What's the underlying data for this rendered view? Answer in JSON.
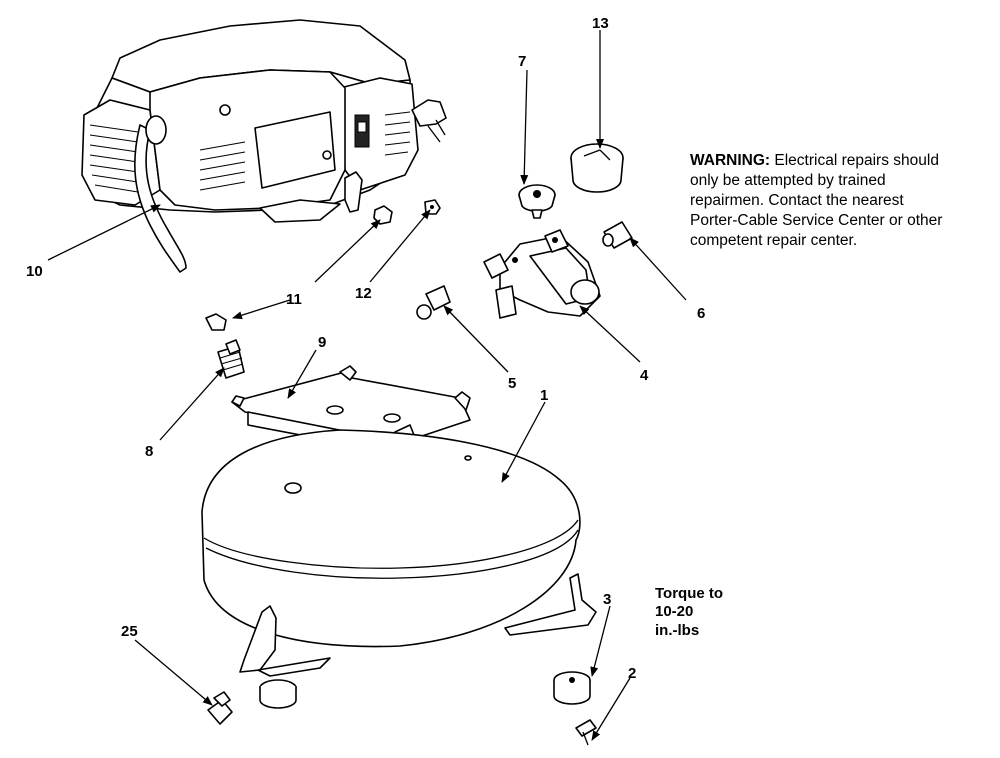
{
  "labels": {
    "p1": "1",
    "p2": "2",
    "p3": "3",
    "p4": "4",
    "p5": "5",
    "p6": "6",
    "p7": "7",
    "p8": "8",
    "p9": "9",
    "p10": "10",
    "p11": "11",
    "p12": "12",
    "p13": "13",
    "p25": "25"
  },
  "torque": {
    "line1": "Torque to",
    "line2": "10-20",
    "line3": "in.-lbs"
  },
  "warning": {
    "heading": "WARNING:",
    "line1": "Electrical repairs should",
    "line2": "only be attempted by trained",
    "line3": "repairmen.  Contact the nearest",
    "line4": "Porter-Cable Service Center or other",
    "line5": "competent repair center."
  }
}
